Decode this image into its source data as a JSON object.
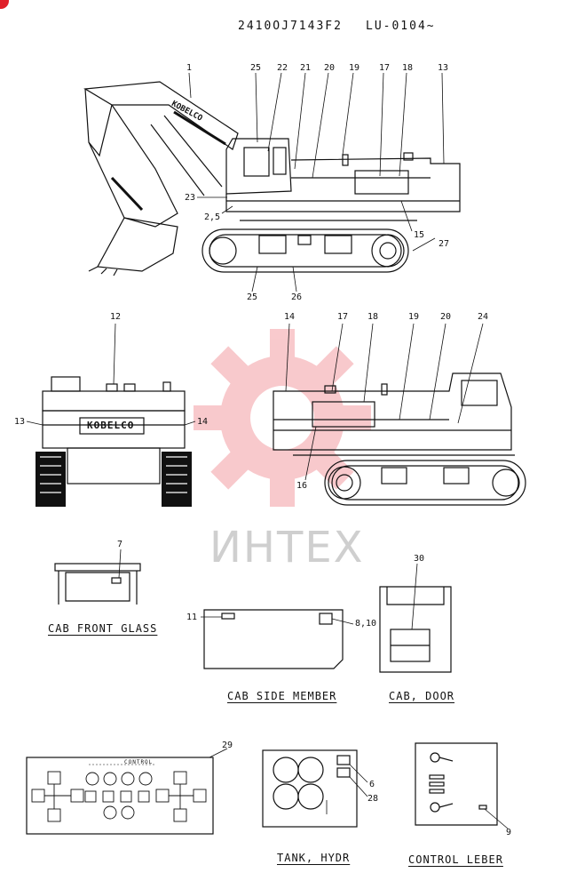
{
  "header": {
    "part_no": "2410OJ7143F2",
    "serial": "LU-0104~"
  },
  "watermark": {
    "text": "ИНТЕХ",
    "color": "#e8404a"
  },
  "badge": {
    "color": "#e0202a"
  },
  "brand": {
    "text": "KOBELCO"
  },
  "side_view_labels": [
    "1",
    "25",
    "22",
    "21",
    "20",
    "19",
    "17",
    "18",
    "13",
    "23",
    "2,5",
    "15",
    "27",
    "25",
    "26"
  ],
  "rear_view_labels": [
    "12",
    "13",
    "14"
  ],
  "right_view_labels": [
    "14",
    "17",
    "18",
    "19",
    "20",
    "24",
    "16"
  ],
  "cab_front_glass": {
    "label": "7",
    "caption": "CAB FRONT GLASS"
  },
  "cab_side_member": {
    "labels": [
      "11",
      "8,10"
    ],
    "caption": "CAB SIDE MEMBER"
  },
  "cab_door": {
    "label": "30",
    "caption": "CAB, DOOR"
  },
  "control_panel": {
    "label": "29",
    "title": "CONTROL"
  },
  "tank_hydr": {
    "labels": [
      "6",
      "28"
    ],
    "caption": "TANK, HYDR"
  },
  "control_leber": {
    "label": "9",
    "caption": "CONTROL LEBER"
  }
}
